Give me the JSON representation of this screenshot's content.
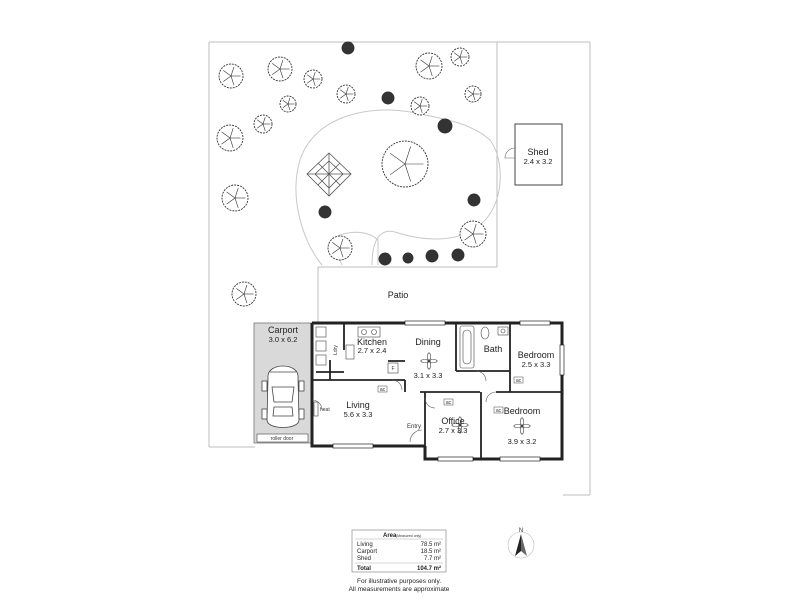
{
  "outdoor": {
    "patio": "Patio",
    "shed_name": "Shed",
    "shed_size": "2.4 x 3.2"
  },
  "rooms": {
    "carport": {
      "name": "Carport",
      "size": "3.0 x 6.2"
    },
    "kitchen": {
      "name": "Kitchen",
      "size": "2.7 x 2.4"
    },
    "dining": {
      "name": "Dining",
      "size": "3.1 x 3.3"
    },
    "bath": {
      "name": "Bath"
    },
    "bedroom1": {
      "name": "Bedroom",
      "size": "2.5 x 3.3"
    },
    "living": {
      "name": "Living",
      "size": "5.6 x 3.3"
    },
    "office": {
      "name": "Office",
      "size": "2.7 x 3.3"
    },
    "bedroom2": {
      "name": "Bedroom",
      "size": "3.9 x 3.2"
    },
    "entry": "Entry",
    "laundry": "Ldry"
  },
  "fixtures": {
    "ac": "ac",
    "heat": "heat",
    "roller_door": "roller door",
    "fridge": "F"
  },
  "area_table": {
    "title": "Area",
    "subtitle": "(Measured only)",
    "unit": "m²",
    "rows": [
      {
        "label": "Living",
        "value": "78.5 m²"
      },
      {
        "label": "Carport",
        "value": "18.5 m²"
      },
      {
        "label": "Shed",
        "value": "7.7 m²"
      },
      {
        "label": "Total",
        "value": "104.7 m²"
      }
    ]
  },
  "disclaimer": {
    "line1": "For illustrative purposes only.",
    "line2": "All measurements are approximate"
  },
  "compass": {
    "label": "N"
  }
}
